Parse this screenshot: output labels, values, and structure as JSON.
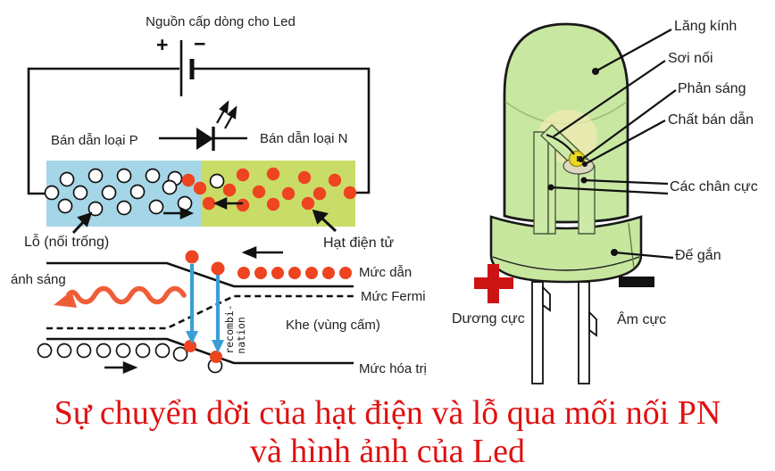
{
  "colors": {
    "p_region": "#a4d6e7",
    "n_region": "#c9dc68",
    "electron_red": "#ee4420",
    "recomb_arrow_blue": "#3b9fd6",
    "light_wave_orange": "#f05c38",
    "led_body_green": "#c8e8a2",
    "chip_yellow": "#ead728",
    "caption_red": "#e01111",
    "anode_symbol_red": "#cc1414"
  },
  "circuit": {
    "power_label": "Nguồn cấp dòng cho Led",
    "battery_plus": "+",
    "battery_minus": "−",
    "p_label": "Bán dẫn loại P",
    "n_label": "Bán dẫn loại N",
    "hole_label": "Lỗ (nối trống)",
    "electron_label": "Hạt điện tử"
  },
  "band_diagram": {
    "light_label": "ánh sáng",
    "conduction_label": "Mức dẫn",
    "fermi_label": "Mức Fermi",
    "gap_label": "Khe (vùng cấm)",
    "valence_label": "Mức hóa trị",
    "recombination_line1": "recombi-",
    "recombination_line2": "nation"
  },
  "led": {
    "lens_label": "Lăng kính",
    "bond_wire_label": "Sơi nối",
    "reflector_label": "Phản sáng",
    "semiconductor_label": "Chất bán dẫn",
    "pins_label": "Các chân cực",
    "base_label": "Đế gắn",
    "anode_label": "Dương cực",
    "cathode_label": "Âm cực"
  },
  "caption": {
    "line1": "Sự chuyển dời của hạt điện và lỗ qua mối nối PN",
    "line2": "và hình ảnh của Led"
  }
}
